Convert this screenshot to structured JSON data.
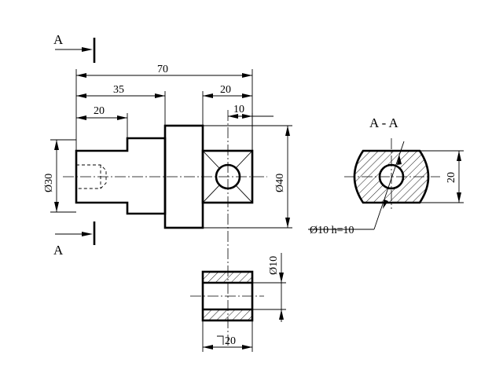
{
  "drawing": {
    "section_marker_top": "A",
    "section_marker_bottom": "A",
    "section_title": "A - A",
    "dims": {
      "overall_length": "70",
      "length_35": "35",
      "length_20_left": "20",
      "length_20_right": "20",
      "length_10": "10",
      "dia_30": "Ø30",
      "dia_40": "Ø40",
      "section_width": "20",
      "hole_callout": "Ø10 h=10",
      "bottom_dia_10": "Ø10",
      "bottom_square_20": "20",
      "bottom_square_symbol": "□"
    }
  }
}
